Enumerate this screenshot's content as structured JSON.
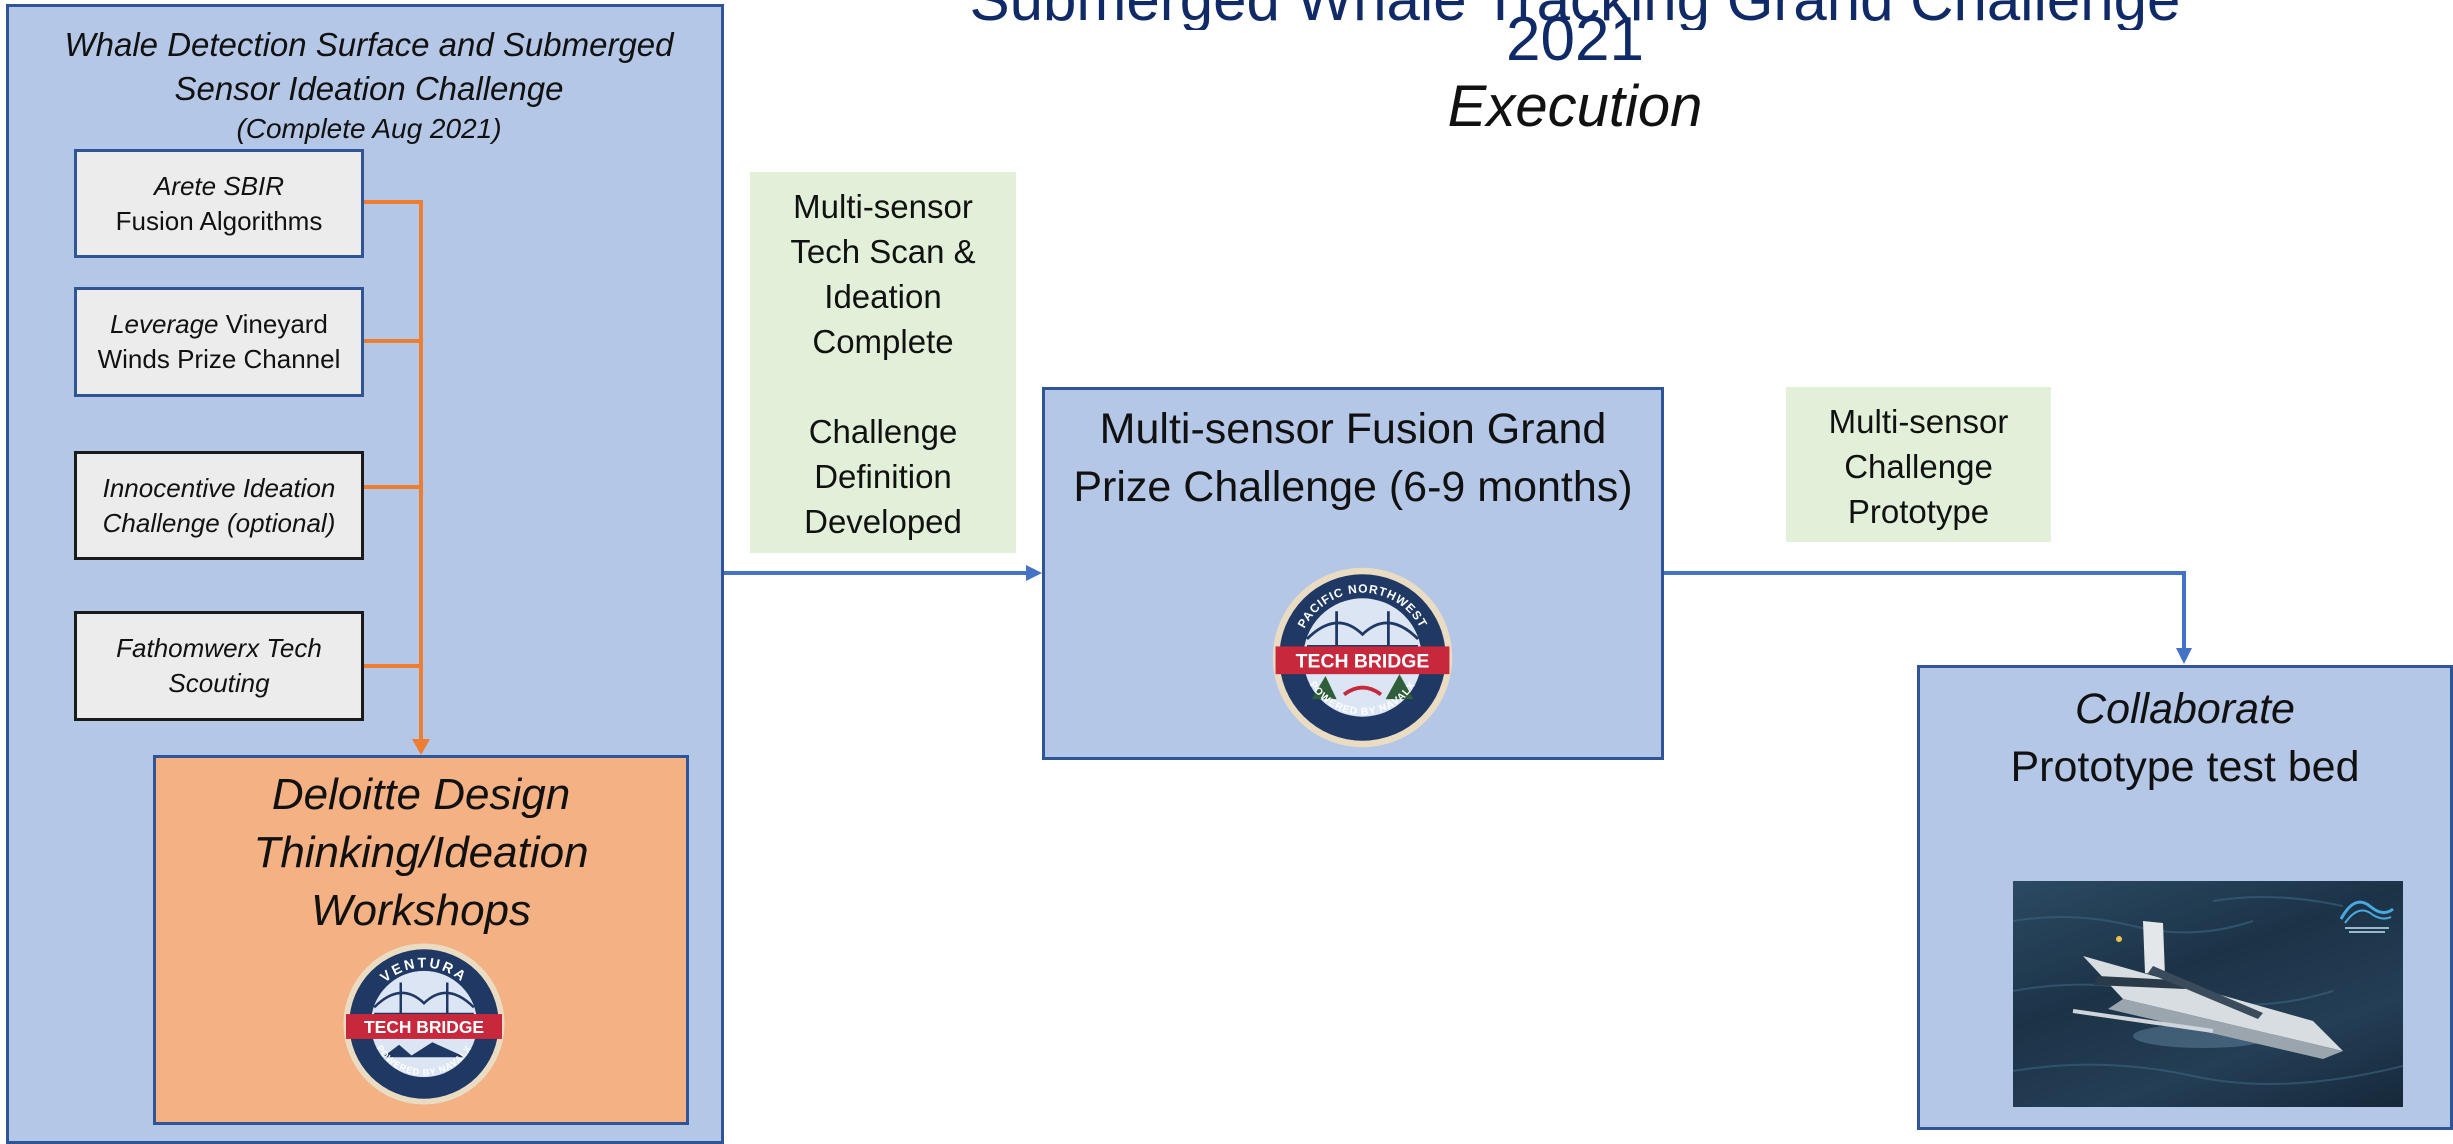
{
  "title": {
    "line1": "Submerged Whale Tracking Grand Challenge",
    "line2": "2021",
    "line3": "Execution"
  },
  "left_panel": {
    "title": "Whale Detection Surface and Submerged Sensor Ideation Challenge",
    "subtitle": "(Complete Aug 2021)",
    "sources": [
      {
        "italic": "Arete SBIR",
        "text": "Fusion Algorithms"
      },
      {
        "italic": "Leverage",
        "text": "Vineyard Winds Prize Channel"
      },
      {
        "italic": "Innocentive Ideation Challenge (optional)",
        "text": ""
      },
      {
        "italic": "Fathomwerx Tech Scouting",
        "text": ""
      }
    ],
    "workshop": {
      "label": "Deloitte Design Thinking/Ideation Workshops",
      "badge_top": "VENTURA",
      "badge_banner": "TECH BRIDGE",
      "badge_bottom": "POWERED BY NAVALX"
    }
  },
  "milestone_1": {
    "line1": "Multi-sensor Tech Scan & Ideation Complete",
    "line2": "Challenge Definition Developed"
  },
  "grand_challenge": {
    "label": "Multi-sensor Fusion Grand Prize Challenge (6-9 months)",
    "badge_top": "PACIFIC NORTHWEST",
    "badge_banner": "TECH BRIDGE",
    "badge_bottom": "POWERED BY NAVALX"
  },
  "milestone_2": {
    "label": "Multi-sensor Challenge Prototype"
  },
  "collaborate": {
    "line1": "Collaborate",
    "line2": "Prototype test bed"
  },
  "colors": {
    "panel_blue": "#b4c7e7",
    "border_blue": "#2f5597",
    "orange_box": "#f4b183",
    "orange_arrow": "#ed7d31",
    "green_note": "#e2f0d9",
    "title_navy": "#0f2a66",
    "badge_navy": "#1f3864",
    "badge_red": "#c8283c"
  },
  "icons": [
    "tech-bridge-badge",
    "vessel-photo",
    "mas-logo"
  ]
}
